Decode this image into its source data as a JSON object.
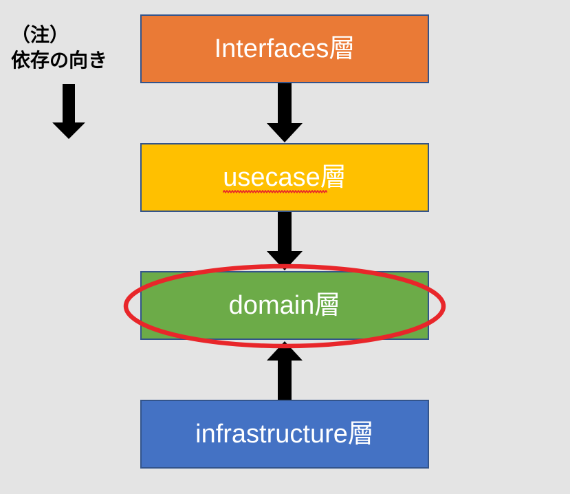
{
  "diagram": {
    "background_color": "#e4e4e4",
    "annotation": {
      "line1": "（注）",
      "line2": "依存の向き",
      "arrow_icon": "down-arrow-icon",
      "arrow_color": "#000000"
    },
    "layers": [
      {
        "id": "interfaces",
        "label": "Interfaces層",
        "fill": "#ea7a36",
        "border": "#33548b",
        "text_color": "#ffffff",
        "misspelled": false
      },
      {
        "id": "usecase",
        "label": "usecase層",
        "misspelled_part": "usecase",
        "fill": "#ffc000",
        "border": "#33548b",
        "text_color": "#ffffff",
        "misspelled": true,
        "squiggle_color": "#e8262a"
      },
      {
        "id": "domain",
        "label": "domain層",
        "fill": "#6cab48",
        "border": "#33548b",
        "text_color": "#ffffff",
        "misspelled": false,
        "highlighted": true
      },
      {
        "id": "infrastructure",
        "label": "infrastructure層",
        "fill": "#4472c4",
        "border": "#33548b",
        "text_color": "#ffffff",
        "misspelled": false
      }
    ],
    "arrows": [
      {
        "id": "interfaces-to-usecase",
        "icon": "down-arrow-icon",
        "direction": "down",
        "color": "#000000"
      },
      {
        "id": "usecase-to-domain",
        "icon": "down-arrow-icon",
        "direction": "down",
        "color": "#000000"
      },
      {
        "id": "infrastructure-to-domain",
        "icon": "up-arrow-icon",
        "direction": "up",
        "color": "#000000"
      }
    ],
    "highlight": {
      "id": "domain-highlight",
      "shape": "ellipse",
      "color": "#e8262a",
      "stroke_width": 6
    }
  }
}
